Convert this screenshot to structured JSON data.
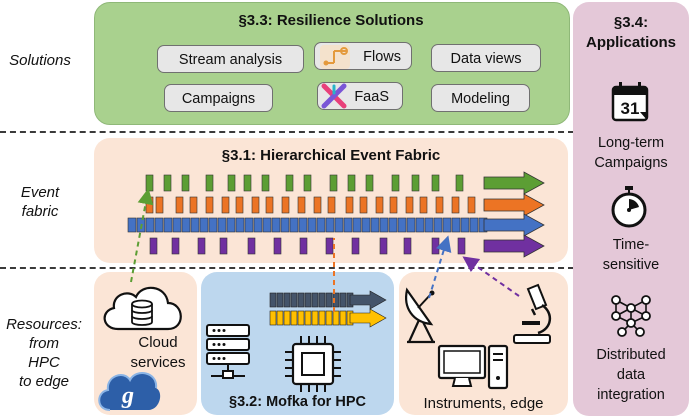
{
  "rows": {
    "solutions": "Solutions",
    "event_fabric": [
      "Event",
      "fabric"
    ],
    "resources": [
      "Resources:",
      "from",
      "HPC",
      "to edge"
    ]
  },
  "solutions_panel": {
    "title": "§3.3: Resilience Solutions",
    "chips": [
      "Stream analysis",
      "Flows",
      "Data views",
      "Campaigns",
      "FaaS",
      "Modeling"
    ]
  },
  "fabric_panel": {
    "title": "§3.1: Hierarchical Event Fabric",
    "stream_colors": [
      "#5c9e34",
      "#ec7424",
      "#4472c4",
      "#7030a0"
    ]
  },
  "resources": {
    "cloud_label": [
      "Cloud",
      "services"
    ],
    "mofka_title": "§3.2: Mofka for HPC",
    "instruments_label": "Instruments, edge"
  },
  "applications": {
    "title": [
      "§3.4:",
      "Applications"
    ],
    "calendar_day": "31",
    "items": [
      [
        "Long-term",
        "Campaigns"
      ],
      [
        "Time-",
        "sensitive"
      ],
      [
        "Distributed",
        "data",
        "integration"
      ]
    ]
  },
  "colors": {
    "solutions_bg": "#a9d18e",
    "fabric_bg": "#fbe5d6",
    "mofka_bg": "#bdd7ee",
    "apps_bg": "#e4c8d8"
  }
}
